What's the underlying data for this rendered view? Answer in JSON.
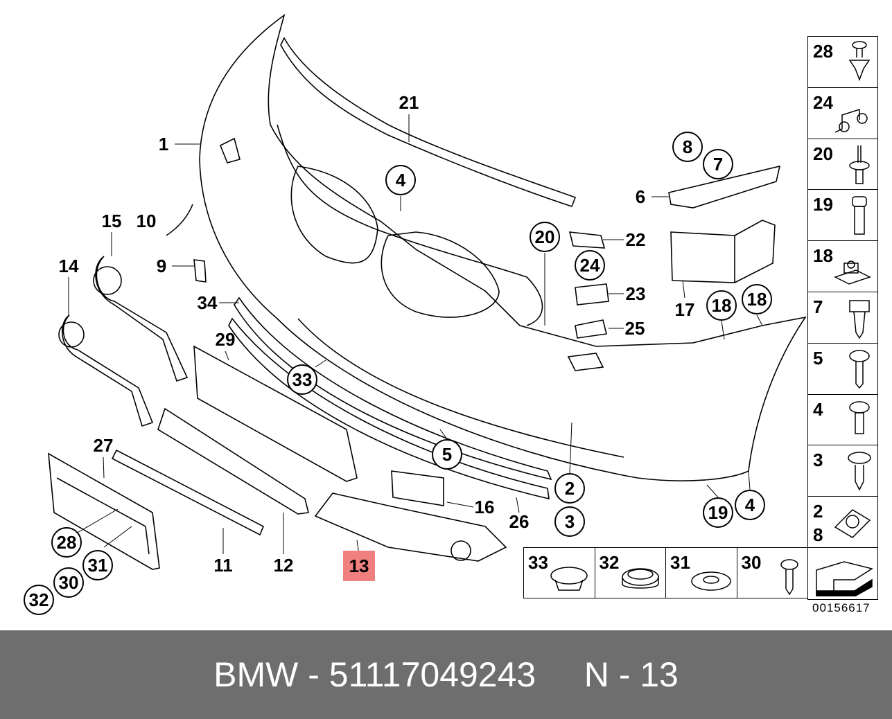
{
  "callouts": {
    "c1": "1",
    "c2": "2",
    "c3": "3",
    "c4a": "4",
    "c4b": "4",
    "c5": "5",
    "c6": "6",
    "c7": "7",
    "c8": "8",
    "c9": "9",
    "c10": "10",
    "c11": "11",
    "c12": "12",
    "c13": "13",
    "c14": "14",
    "c15": "15",
    "c16": "16",
    "c17": "17",
    "c18a": "18",
    "c18b": "18",
    "c19": "19",
    "c20": "20",
    "c21": "21",
    "c22": "22",
    "c23": "23",
    "c24": "24",
    "c25": "25",
    "c26": "26",
    "c27": "27",
    "c28": "28",
    "c29": "29",
    "c30": "30",
    "c31": "31",
    "c32": "32",
    "c33": "33",
    "c34": "34"
  },
  "side_panel": [
    "28",
    "24",
    "20",
    "19",
    "18",
    "7",
    "5",
    "4",
    "3",
    "2"
  ],
  "side_panel_extra": "8",
  "bottom_row": [
    "33",
    "32",
    "31",
    "30"
  ],
  "diagram_code": "00156617",
  "banner": {
    "brand": "BMW",
    "separator": " - ",
    "part_number": "51117049243",
    "gap": "     ",
    "position_label": "N - 13"
  },
  "highlight_color": "#f08080"
}
